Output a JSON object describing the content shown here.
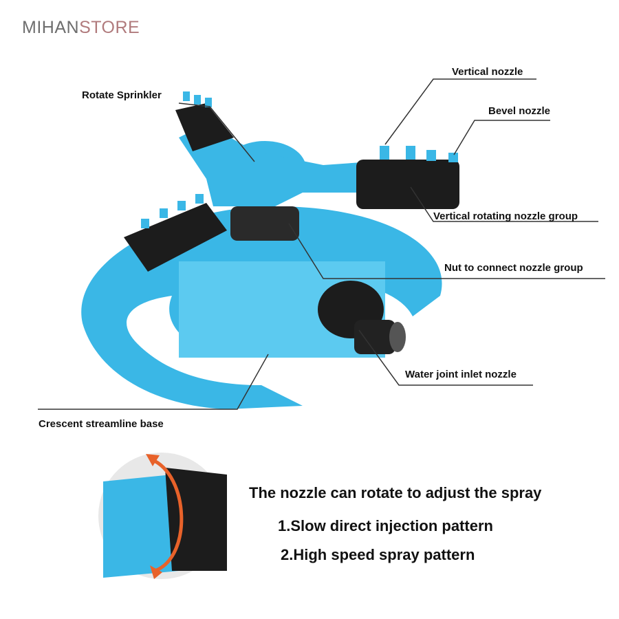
{
  "logo": {
    "part1": "MIHAN",
    "part2": "STORE"
  },
  "labels": {
    "rotate_sprinkler": "Rotate Sprinkler",
    "vertical_nozzle": "Vertical nozzle",
    "bevel_nozzle": "Bevel nozzle",
    "vertical_rotating_group": "Vertical rotating nozzle group",
    "nut": "Nut to connect nozzle group",
    "water_inlet": "Water joint inlet nozzle",
    "base": "Crescent streamline base"
  },
  "info": {
    "headline": "The nozzle can rotate to adjust the spray",
    "pattern1": "1.Slow direct injection pattern",
    "pattern2": "2.High speed spray pattern"
  },
  "colors": {
    "body": "#3ab7e6",
    "dark": "#1c1c1c",
    "arrow": "#e8622a"
  }
}
